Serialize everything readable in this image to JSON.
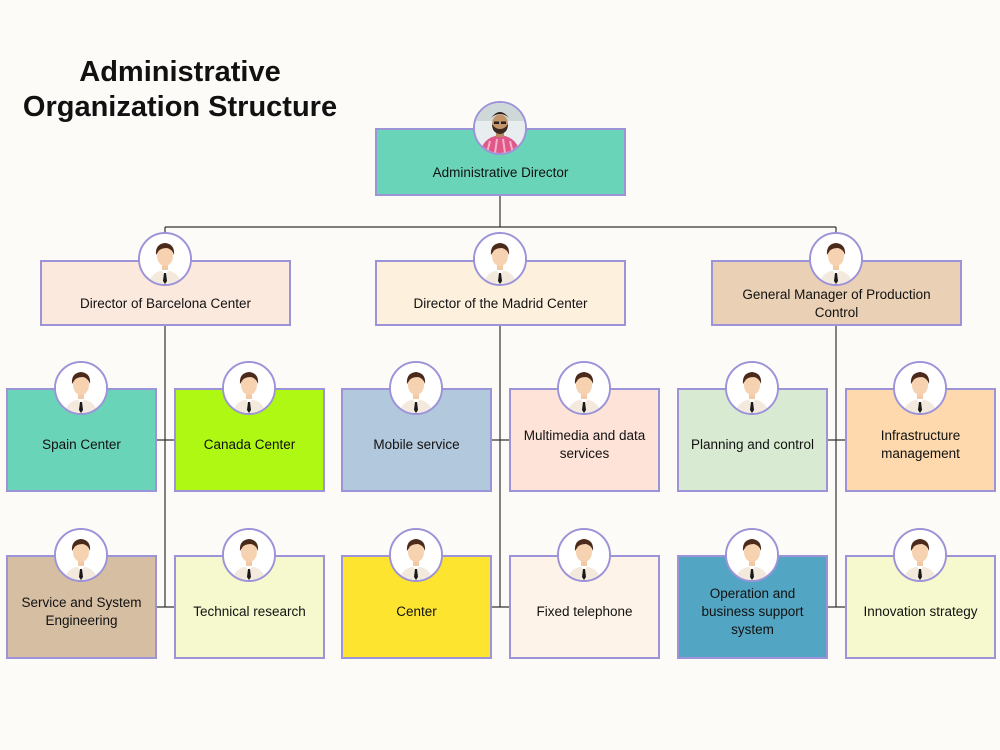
{
  "title": {
    "line1": "Administrative",
    "line2": "Organization Structure"
  },
  "nodes": {
    "root": {
      "label": "Administrative Director",
      "color": "#6ad4b8"
    },
    "barcelona": {
      "label": "Director of Barcelona Center",
      "color": "#fbe9de"
    },
    "madrid": {
      "label": "Director of the Madrid Center",
      "color": "#fdf0dd"
    },
    "production": {
      "label": "General Manager of Production Control",
      "color": "#ead1b5"
    },
    "spain": {
      "label": "Spain Center",
      "color": "#6ad4b8"
    },
    "canada": {
      "label": "Canada Center",
      "color": "#aef814"
    },
    "service": {
      "label": "Service and System Engineering",
      "color": "#d6bea3"
    },
    "technical": {
      "label": "Technical research",
      "color": "#f6f9cd"
    },
    "mobile": {
      "label": "Mobile service",
      "color": "#b2c8dd"
    },
    "multimedia": {
      "label": "Multimedia and data services",
      "color": "#fde3d8"
    },
    "center": {
      "label": "Center",
      "color": "#fde52f"
    },
    "fixed": {
      "label": "Fixed telephone",
      "color": "#fdf3e8"
    },
    "planning": {
      "label": "Planning and control",
      "color": "#d9ead2"
    },
    "infrastructure": {
      "label": "Infrastructure management",
      "color": "#fdd9ad"
    },
    "operation": {
      "label": "Operation and business support system",
      "color": "#52a6c3"
    },
    "innovation": {
      "label": "Innovation strategy",
      "color": "#f6f9cd"
    }
  }
}
